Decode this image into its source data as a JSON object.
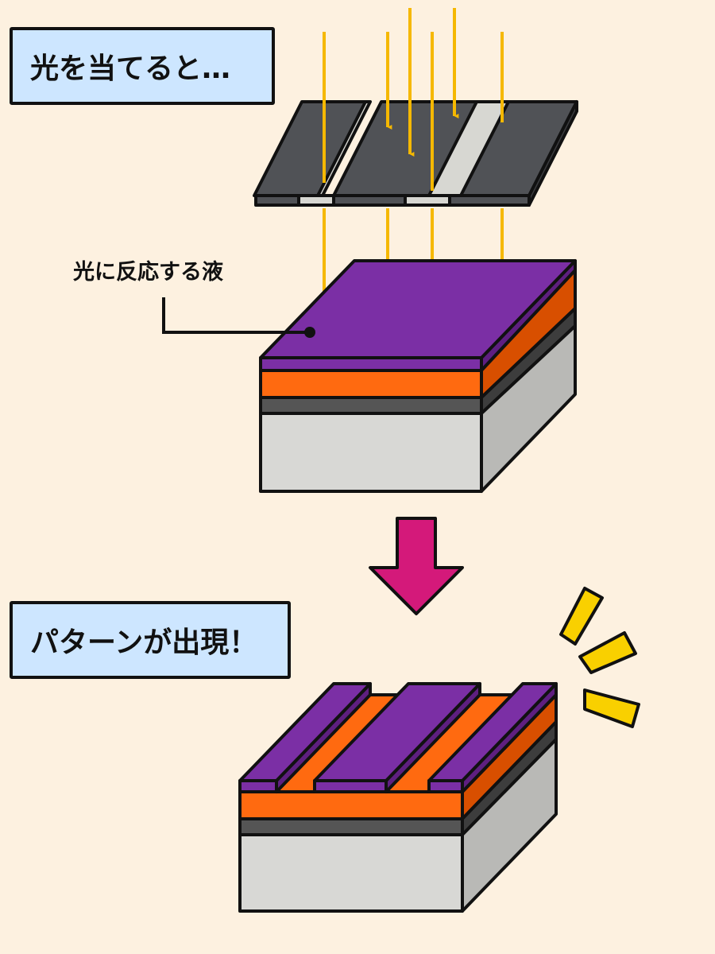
{
  "labels": {
    "step1": "光を当てると…",
    "liquid": "光に反応する液",
    "step2": "パターンが出現！"
  },
  "colors": {
    "background": "#fdf1e0",
    "label_box": "#cde6ff",
    "light_arrow": "#f5b800",
    "photoresist": "#7b2fa5",
    "layer_orange": "#ff6a10",
    "layer_dark": "#555555",
    "substrate": "#d8d8d5",
    "mask_dark": "#505256",
    "mask_clear": "#d7d7d2",
    "process_arrow": "#d4197a",
    "sparkle": "#f9d000"
  },
  "icons": {
    "process": "down-arrow-icon",
    "sparkle": "sparkle-icon"
  }
}
